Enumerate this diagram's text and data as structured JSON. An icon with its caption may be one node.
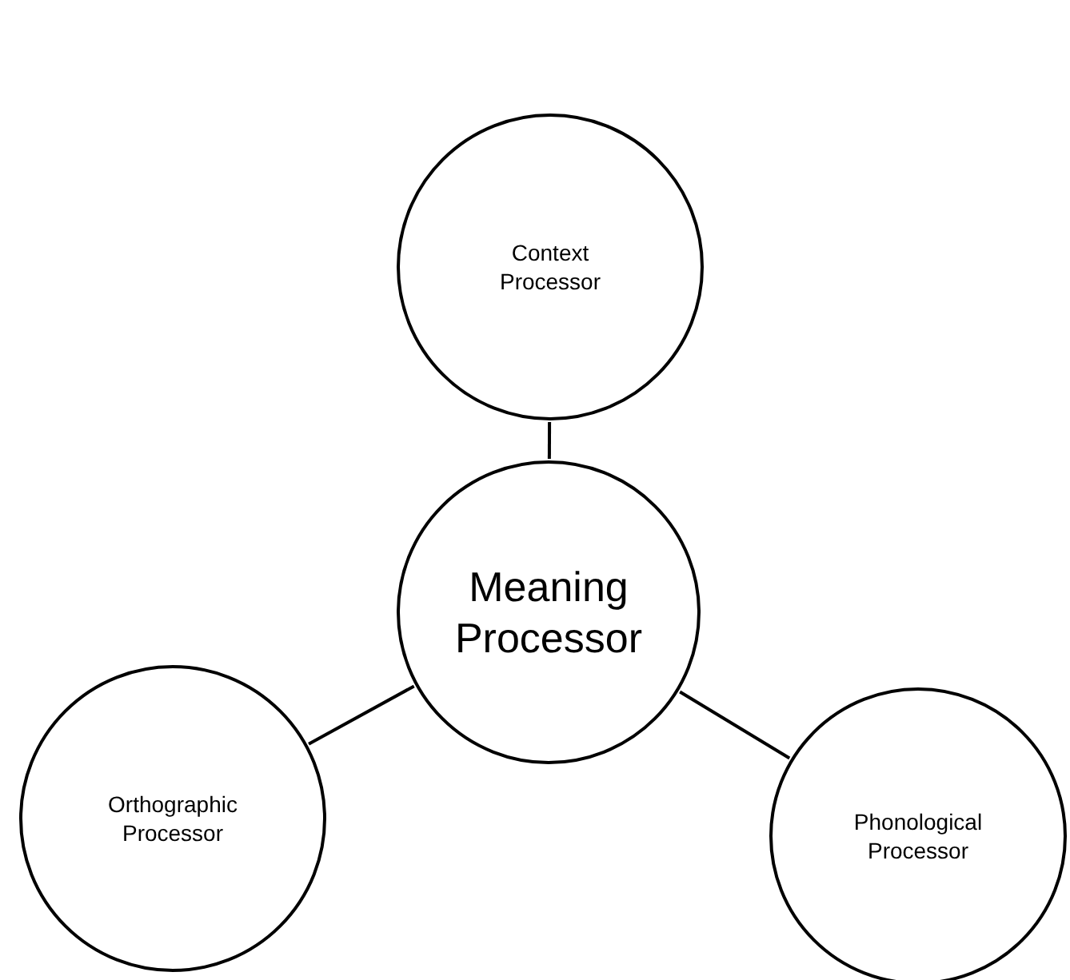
{
  "diagram": {
    "nodes": [
      {
        "text": [
          "Context Processor"
        ]
      },
      {
        "text": [
          "Meaning Processor"
        ]
      },
      {
        "text": [
          "Orthographic Processor"
        ]
      },
      {
        "text": [
          "Phonological Processor"
        ]
      }
    ],
    "edges": [
      {
        "from": 0,
        "to": 1,
        "arrow": "none"
      },
      {
        "from": 1,
        "to": 2,
        "arrow": "none"
      },
      {
        "from": 1,
        "to": 3,
        "arrow": "none"
      }
    ]
  }
}
